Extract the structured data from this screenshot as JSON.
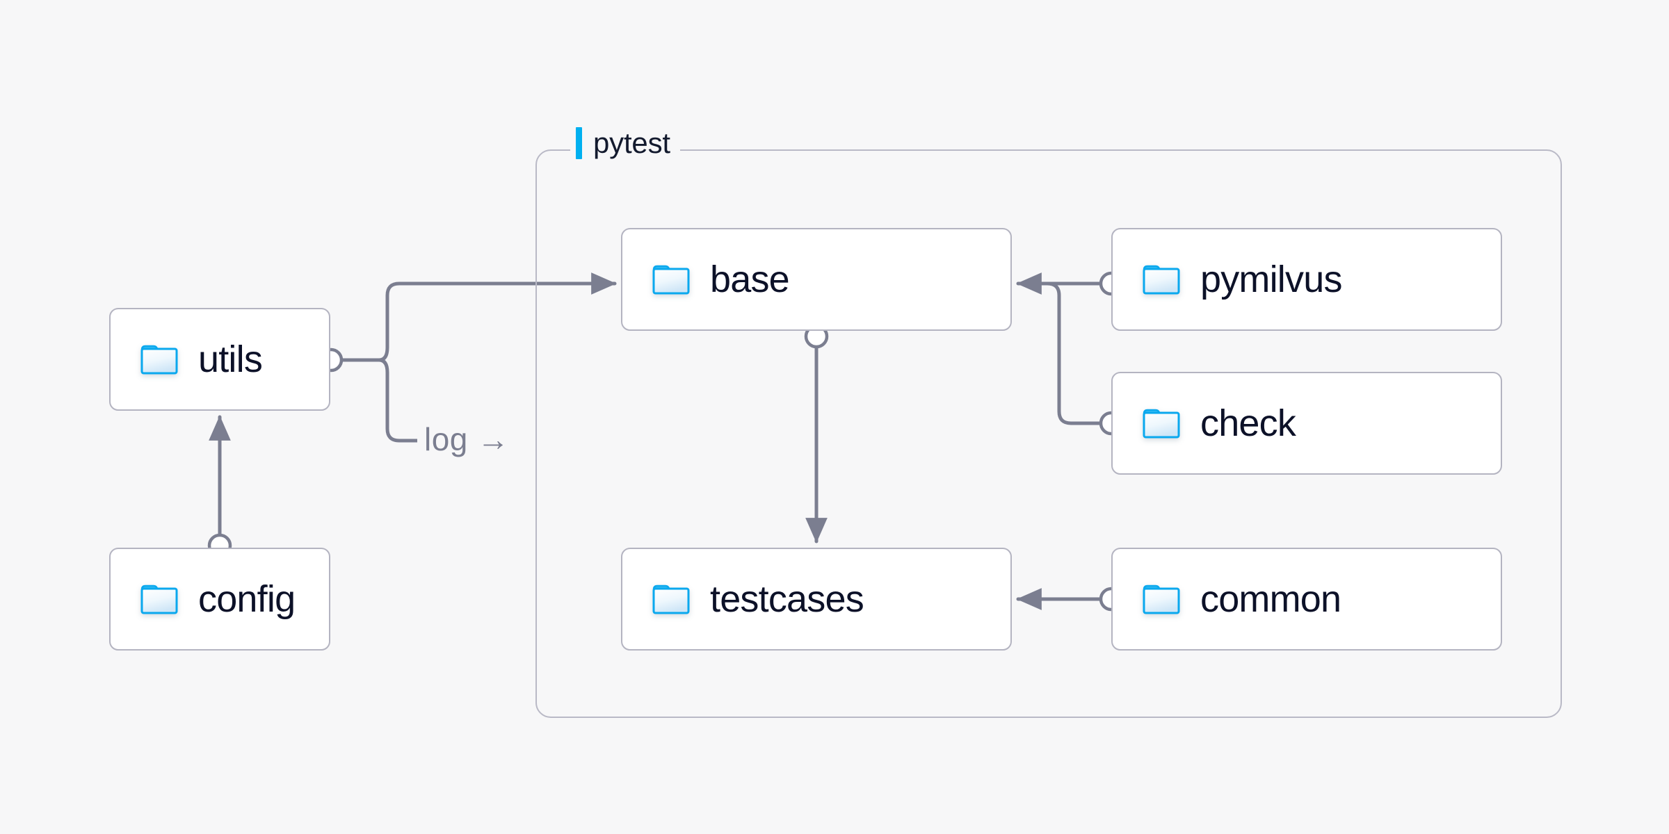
{
  "diagram": {
    "background_color": "#f7f7f8",
    "group": {
      "label": "pytest",
      "accent_color": "#00b0f0",
      "border_color": "#b9b9c6"
    },
    "node_style": {
      "fill": "#ffffff",
      "border_color": "#b4b4c1",
      "text_color": "#0c1128",
      "icon": "folder-icon",
      "icon_color": "#0aa8ee"
    },
    "edge_style": {
      "color": "#7b7e90",
      "endpoint_marker": "circle",
      "arrowhead": "triangle"
    },
    "nodes": [
      {
        "id": "utils",
        "label": "utils",
        "icon": "folder-icon",
        "in_group": false
      },
      {
        "id": "config",
        "label": "config",
        "icon": "folder-icon",
        "in_group": false
      },
      {
        "id": "base",
        "label": "base",
        "icon": "folder-icon",
        "in_group": true
      },
      {
        "id": "testcases",
        "label": "testcases",
        "icon": "folder-icon",
        "in_group": true
      },
      {
        "id": "pymilvus",
        "label": "pymilvus",
        "icon": "folder-icon",
        "in_group": true
      },
      {
        "id": "check",
        "label": "check",
        "icon": "folder-icon",
        "in_group": true
      },
      {
        "id": "common",
        "label": "common",
        "icon": "folder-icon",
        "in_group": true
      }
    ],
    "edges": [
      {
        "from": "config",
        "to": "utils",
        "label": ""
      },
      {
        "from": "utils",
        "to": "base",
        "label": ""
      },
      {
        "from": "utils",
        "to": "",
        "label": "log →"
      },
      {
        "from": "base",
        "to": "testcases",
        "label": ""
      },
      {
        "from": "pymilvus",
        "to": "base",
        "label": ""
      },
      {
        "from": "check",
        "to": "base",
        "label": ""
      },
      {
        "from": "common",
        "to": "testcases",
        "label": ""
      }
    ],
    "edge_labels": {
      "log": "log →"
    }
  }
}
